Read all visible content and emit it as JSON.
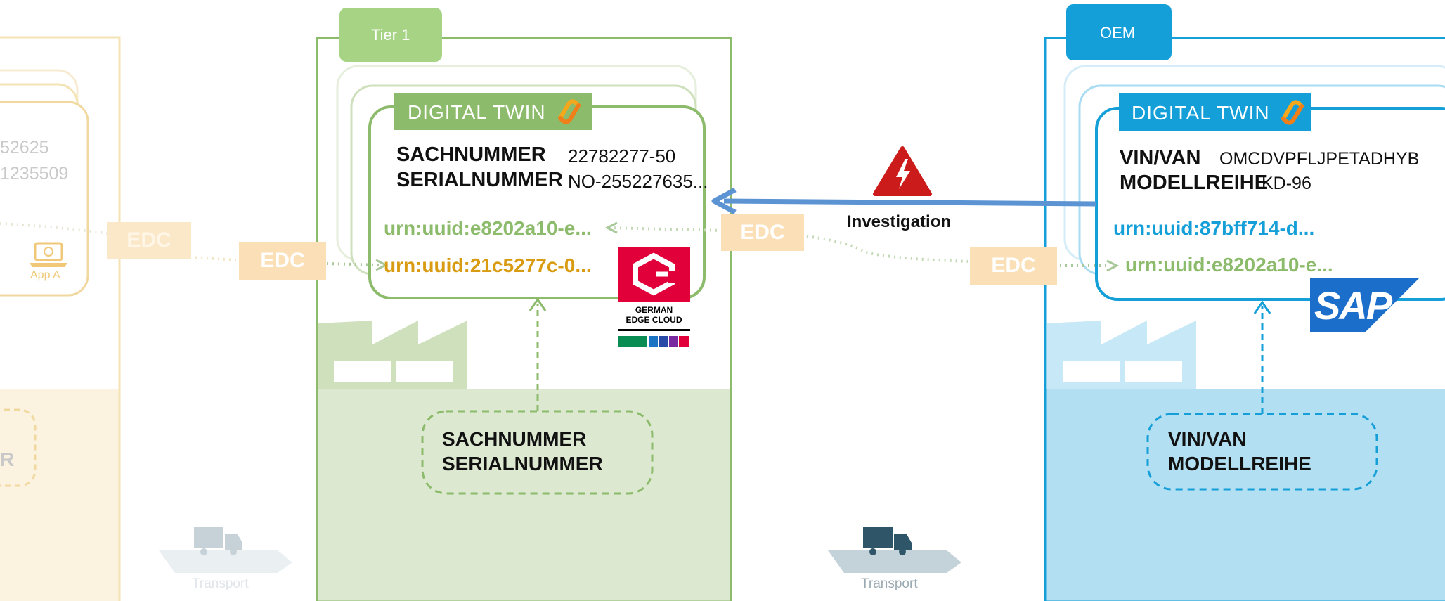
{
  "colors": {
    "tier1_green": "#8dbb6c",
    "tier1_fill": "#dce8cf",
    "oem_blue": "#159fd8",
    "oem_fill": "#b3dff2",
    "faded_yellow": "#f4e3b5",
    "edc_orange": "#f9c87a",
    "urn_gold": "#d89b12",
    "investigation_arrow": "#5b93d3",
    "warning_red": "#cc1b1b"
  },
  "left_faded": {
    "partial_number_1": "52625",
    "partial_number_2": "1235509",
    "app_label": "App A",
    "partial_letter": "R",
    "edc_label": "EDC",
    "laptop_icon": "laptop-icon"
  },
  "tier1": {
    "tab_label": "Tier 1",
    "twin_title": "DIGITAL TWIN",
    "twin_icon": "chain-link-logo",
    "field1_label": "SACHNUMMER",
    "field1_value": "22782277-50",
    "field2_label": "SERIALNUMMER",
    "field2_value": "NO-255227635...",
    "urn_parent": "urn:uuid:e8202a10-e...",
    "urn_child": "urn:uuid:21c5277c-0...",
    "input_line1": "SACHNUMMER",
    "input_line2": "SERIALNUMMER",
    "vendor_logo_line1": "GERMAN",
    "vendor_logo_line2": "EDGE CLOUD",
    "factory_icon": "factory-icon"
  },
  "oem": {
    "tab_label": "OEM",
    "twin_title": "DIGITAL TWIN",
    "twin_icon": "chain-link-logo",
    "field1_label": "VIN/VAN",
    "field1_value": "OMCDVPFLJPETADHYB",
    "field2_label": "MODELLREIHE",
    "field2_value": "KD-96",
    "urn_self": "urn:uuid:87bff714-d...",
    "urn_child": "urn:uuid:e8202a10-e...",
    "input_line1": "VIN/VAN",
    "input_line2": "MODELLREIHE",
    "vendor_logo": "SAP",
    "factory_icon": "factory-icon"
  },
  "edc_labels": {
    "a": "EDC",
    "b": "EDC",
    "c": "EDC",
    "d": "EDC"
  },
  "investigation": {
    "label": "Investigation",
    "icon": "warning-lightning-icon"
  },
  "transport": {
    "label_left": "Transport",
    "label_mid": "Transport",
    "icon": "truck-icon"
  }
}
